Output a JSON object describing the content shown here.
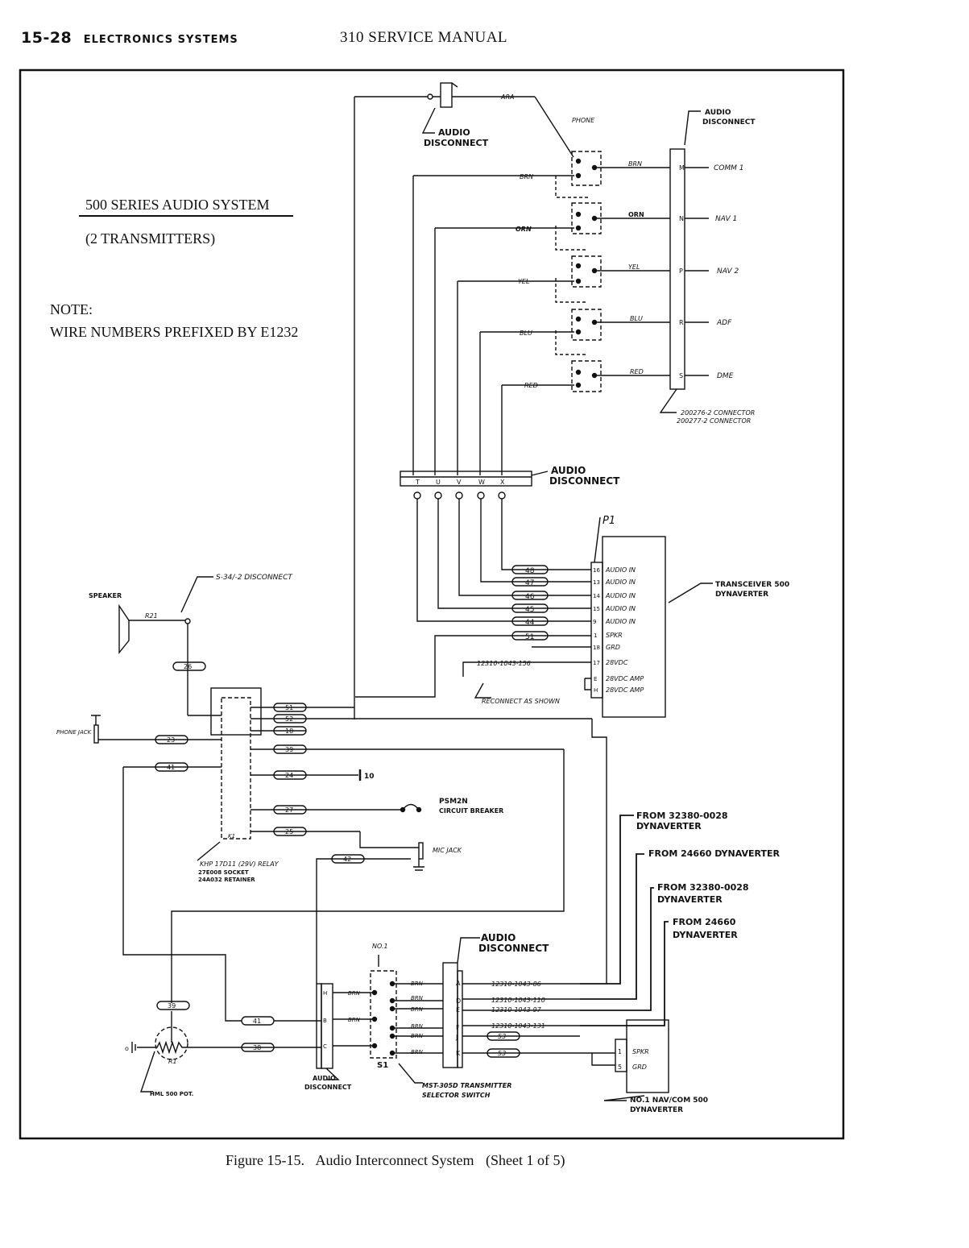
{
  "header": {
    "page_number": "15-28",
    "section": "ELECTRONICS SYSTEMS",
    "manual_title": "310 SERVICE MANUAL"
  },
  "diagram": {
    "title": "500 SERIES AUDIO SYSTEM",
    "subtitle": "(2 TRANSMITTERS)",
    "note_label": "NOTE:",
    "note_text": "WIRE NUMBERS PREFIXED BY E1232",
    "phone_label": "PHONE",
    "wire_top": "ARA",
    "audio_disconnect": "AUDIO DISCONNECT",
    "connector_left_wires": [
      "BRN",
      "ORN",
      "YEL",
      "BLU",
      "RED"
    ],
    "connector_right_wires": [
      "BRN",
      "ORN",
      "YEL",
      "BLU",
      "RED"
    ],
    "connector_pins": [
      "M",
      "N",
      "P",
      "R",
      "S"
    ],
    "connector_outputs": [
      "COMM 1",
      "NAV 1",
      "NAV 2",
      "ADF",
      "DME"
    ],
    "connector_part_1": "200276-2 CONNECTOR",
    "connector_part_2": "200277-2 CONNECTOR",
    "mid_disconnect_pins": [
      "T",
      "U",
      "V",
      "W",
      "X"
    ],
    "p1_label": "P1",
    "p1_wires": [
      "48",
      "47",
      "46",
      "45",
      "44",
      "51"
    ],
    "p1_pins": [
      "16",
      "13",
      "14",
      "15",
      "9",
      "1",
      "18",
      "17",
      "E",
      "H"
    ],
    "p1_functions": [
      "AUDIO IN",
      "AUDIO IN",
      "AUDIO IN",
      "AUDIO IN",
      "AUDIO IN",
      "SPKR",
      "GRD",
      "28VDC",
      "28VDC AMP",
      "28VDC AMP"
    ],
    "transceiver_label": "TRANSCEIVER 500 DYNAVERTER",
    "wire_12310_156": "12310-1043-156",
    "reconnect_note": "RECONNECT AS SHOWN",
    "speaker_label": "SPEAKER",
    "speaker_wire": "R21",
    "speaker_disconnect": "S-34/-2 DISCONNECT",
    "wire_26": "26",
    "phone_jack": "PHONE JACK",
    "relay_wires": [
      "51",
      "52",
      "18",
      "23",
      "39",
      "41",
      "24",
      "27",
      "25"
    ],
    "ground_terminal": "10",
    "circuit_breaker_id": "PSM2N",
    "circuit_breaker": "CIRCUIT BREAKER",
    "mic_jack": "MIC JACK",
    "wire_42": "42",
    "relay_label": "KHP 17D11 (29V) RELAY",
    "relay_socket": "27E008 SOCKET",
    "relay_retainer": "24A032 RETAINER",
    "k1_label": "K1",
    "from_labels": [
      "FROM 32380-0028 DYNAVERTER",
      "FROM 24660 DYNAVERTER",
      "FROM 32380-0028 DYNAVERTER",
      "FROM 24660 DYNAVERTER"
    ],
    "no1_label": "NO.1",
    "s1_label": "S1",
    "s1_wires": [
      "BRN",
      "BRN",
      "BRN",
      "BRN",
      "BRN",
      "BRN",
      "BRN",
      "BRN"
    ],
    "bottom_disconnect_pins": [
      "A",
      "D",
      "E",
      "F",
      "J",
      "K"
    ],
    "bottom_wires": [
      "12310-1043-86",
      "12310-1043-110",
      "12310-1043-97",
      "12310-1043-131",
      "53",
      "53"
    ],
    "selector_switch": "MST-305D TRANSMITTER SELECTOR SWITCH",
    "pot_wires": [
      "39",
      "41",
      "38"
    ],
    "pot_pins": [
      "H",
      "B",
      "C"
    ],
    "r1_label": "R1",
    "pot_label": "HML 500 POT.",
    "navcom_pins": [
      "1",
      "5"
    ],
    "navcom_functions": [
      "SPKR",
      "GRD"
    ],
    "navcom_label": "NO.1 NAV/COM 500 DYNAVERTER"
  },
  "caption": {
    "figure": "Figure 15-15.",
    "title": "Audio Interconnect System",
    "sheet": "(Sheet 1 of 5)"
  }
}
